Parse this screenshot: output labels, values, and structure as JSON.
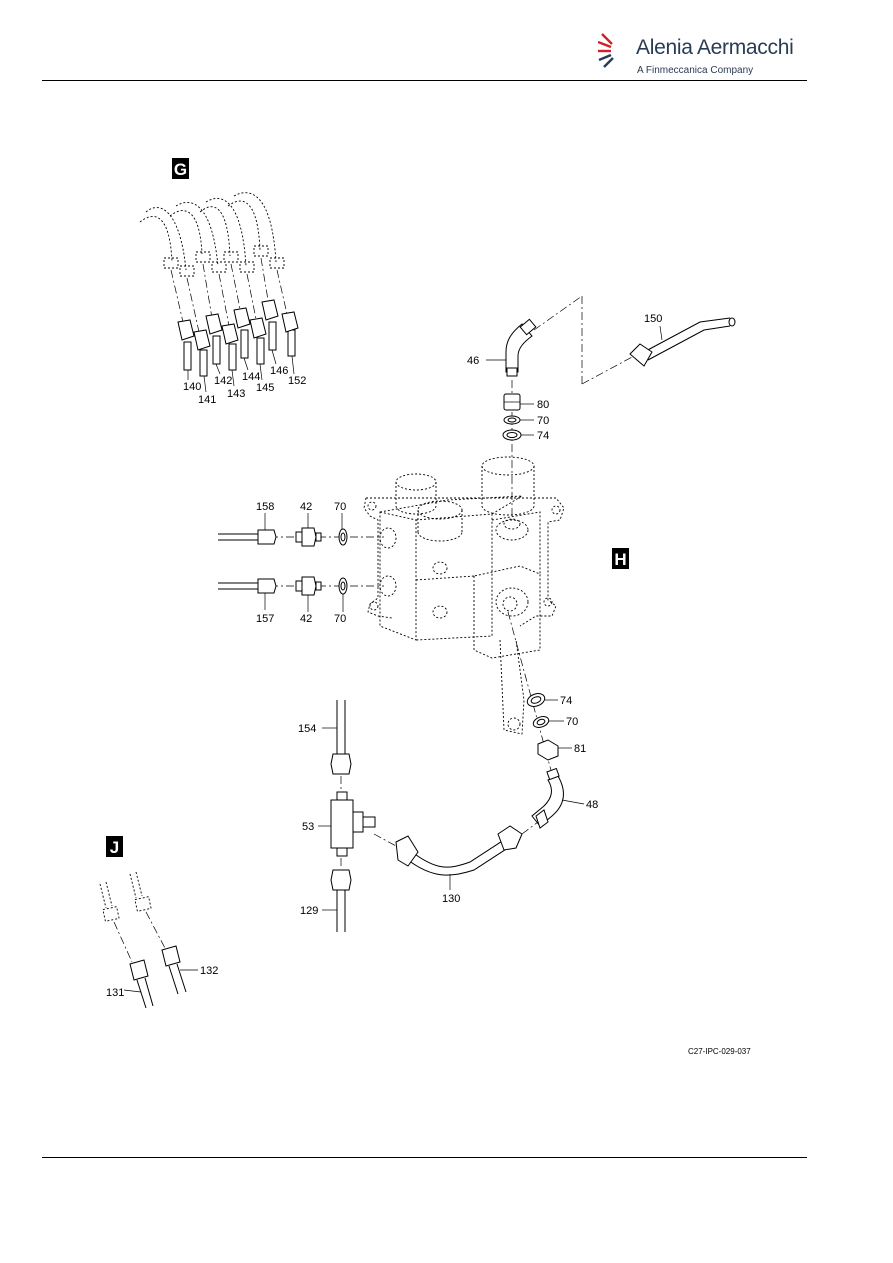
{
  "header": {
    "brand_name": "Alenia Aermacchi",
    "brand_tagline": "A Finmeccanica Company",
    "logo_colors": {
      "red": "#d0202a",
      "navy": "#2a3b55"
    }
  },
  "figure": {
    "id": "C27-IPC-029-037",
    "view_labels": {
      "g": "G",
      "h": "H",
      "j": "J"
    },
    "callouts": {
      "c140": "140",
      "c141": "141",
      "c142": "142",
      "c143": "143",
      "c144": "144",
      "c145": "145",
      "c146": "146",
      "c152": "152",
      "c46": "46",
      "c150": "150",
      "c80": "80",
      "c70a": "70",
      "c74a": "74",
      "c158": "158",
      "c42a": "42",
      "c70b": "70",
      "c157": "157",
      "c42b": "42",
      "c70c": "70",
      "c74b": "74",
      "c70d": "70",
      "c81": "81",
      "c48": "48",
      "c154": "154",
      "c53": "53",
      "c129": "129",
      "c130": "130",
      "c131": "131",
      "c132": "132"
    }
  }
}
